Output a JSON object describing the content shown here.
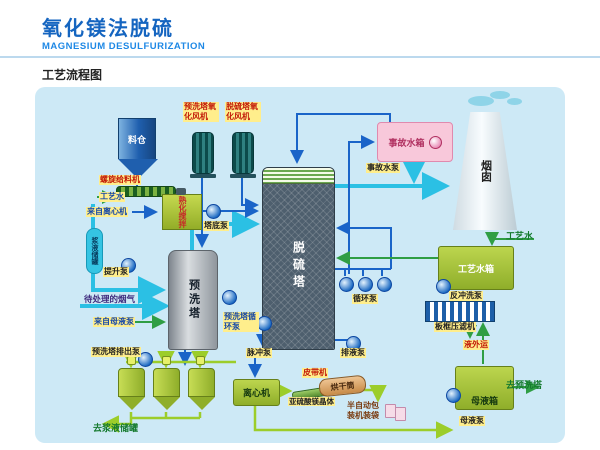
{
  "header": {
    "title": "氧化镁法脱硫",
    "subtitle": "MAGNESIUM DESULFURIZATION"
  },
  "section_label": "工艺流程图",
  "colors": {
    "title_blue": "#1565c0",
    "panel_blue": "#cde9f6",
    "label_yellow": "#ffee8c",
    "pipe_cyan": "#2bc0e4",
    "pipe_blue": "#1a64c8",
    "pipe_green": "#2f9e44",
    "pipe_yellowgreen": "#9ccd2a"
  },
  "diagram": {
    "equipment": {
      "silo": "料仓",
      "prewash_fan": "预洗塔氧化风机",
      "desulf_fan": "脱硫塔氧化风机",
      "emergency_tank": "事故水箱",
      "chimney": "烟囱",
      "mixer": "熟化搅拌",
      "slurry_pipe": "浆液储罐",
      "prewash_tower": "预洗塔",
      "desulf_tower": "脱硫塔",
      "process_water_tank": "工艺水箱",
      "filter_press": "板框压滤机",
      "centrifuge": "离心机",
      "dryer": "烘干筒",
      "mother_tank": "母液箱"
    },
    "labels": {
      "emergency_pump": "事故水泵",
      "screw_feeder": "螺旋给料机",
      "process_water": "工艺水",
      "from_centrifuge": "来自离心机",
      "tower_bottom_pump": "塔底泵",
      "lift_pump": "提升泵",
      "flue_gas": "待处理的烟气",
      "from_mother_pump": "来自母液泵",
      "prewash_discharge_pump": "预洗塔排出泵",
      "prewash_circ_pump": "预洗塔循环泵",
      "pulse_pump": "脉冲泵",
      "circ_pump": "循环泵",
      "drain_pump": "排液泵",
      "backwash_pump": "反冲洗泵",
      "liquid_out": "液外运",
      "to_slurry_tank": "去浆液储罐",
      "belt_conveyor": "皮带机",
      "crystal": "亚硫酸镁晶体",
      "packing": "半自动包装机装袋",
      "mother_pump": "母液泵",
      "to_prewash": "去预洗塔"
    }
  }
}
